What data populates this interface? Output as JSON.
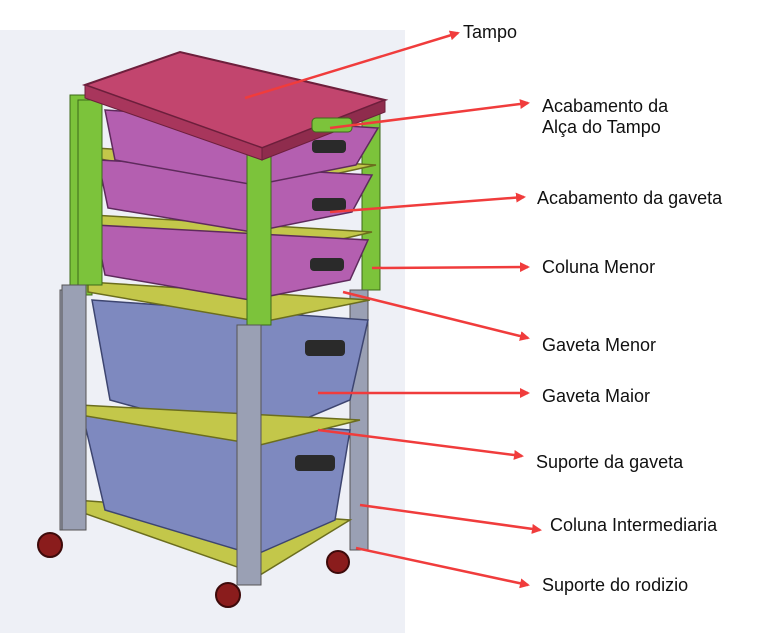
{
  "labels": {
    "tampo": "Tampo",
    "acabamento_alca_l1": "Acabamento da",
    "acabamento_alca_l2": "Alça do Tampo",
    "acabamento_gaveta": "Acabamento da gaveta",
    "coluna_menor": "Coluna Menor",
    "gaveta_menor": "Gaveta Menor",
    "gaveta_maior": "Gaveta Maior",
    "suporte_gaveta": "Suporte da gaveta",
    "coluna_intermediaria": "Coluna Intermediaria",
    "suporte_rodizio": "Suporte do rodizio"
  },
  "colors": {
    "arrow": "#f03c3c",
    "tampo": "#c2456e",
    "drawer_small": "#b45fb0",
    "drawer_large": "#7e89bf",
    "support": "#c3c74a",
    "column_small": "#7cc33b",
    "column_mid": "#9aa0b4",
    "wheel": "#8a1c1c",
    "backdrop": "#eef0f6"
  }
}
